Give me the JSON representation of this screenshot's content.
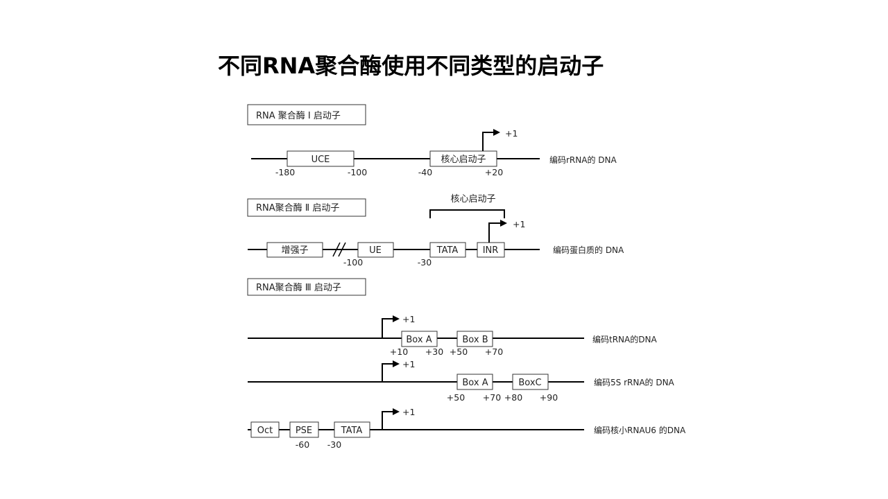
{
  "slide": {
    "title": "不同RNA聚合酶使用不同类型的启动子"
  },
  "diagram": {
    "pol1": {
      "header": "RNA 聚合酶 Ⅰ 启动子",
      "boxes": {
        "uce": "UCE",
        "core": "核心启动子"
      },
      "tss": "+1",
      "positions": {
        "p180": "-180",
        "p100": "-100",
        "p40": "-40",
        "p20": "+20"
      },
      "dna_label": "编码rRNA的 DNA"
    },
    "pol2": {
      "header": "RNA聚合酶 Ⅱ 启动子",
      "bracket_label": "核心启动子",
      "boxes": {
        "enhancer": "增强子",
        "ue": "UE",
        "tata": "TATA",
        "inr": "INR"
      },
      "tss": "+1",
      "positions": {
        "p100": "-100",
        "p30": "-30"
      },
      "dna_label": "编码蛋白质的 DNA"
    },
    "pol3": {
      "header": "RNA聚合酶 Ⅲ 启动子",
      "trna": {
        "tss": "+1",
        "boxes": {
          "boxa": "Box A",
          "boxb": "Box B"
        },
        "positions": {
          "p10": "+10",
          "p30": "+30",
          "p50": "+50",
          "p70": "+70"
        },
        "dna_label": "编码tRNA的DNA"
      },
      "rrna5s": {
        "tss": "+1",
        "boxes": {
          "boxa": "Box A",
          "boxc": "BoxC"
        },
        "positions": {
          "p50": "+50",
          "p70": "+70",
          "p80": "+80",
          "p90": "+90"
        },
        "dna_label": "编码5S rRNA的 DNA"
      },
      "u6": {
        "tss": "+1",
        "boxes": {
          "oct": "Oct",
          "pse": "PSE",
          "tata": "TATA"
        },
        "positions": {
          "p60": "-60",
          "p30": "-30"
        },
        "dna_label": "编码核小RNAU6 的DNA"
      }
    }
  }
}
